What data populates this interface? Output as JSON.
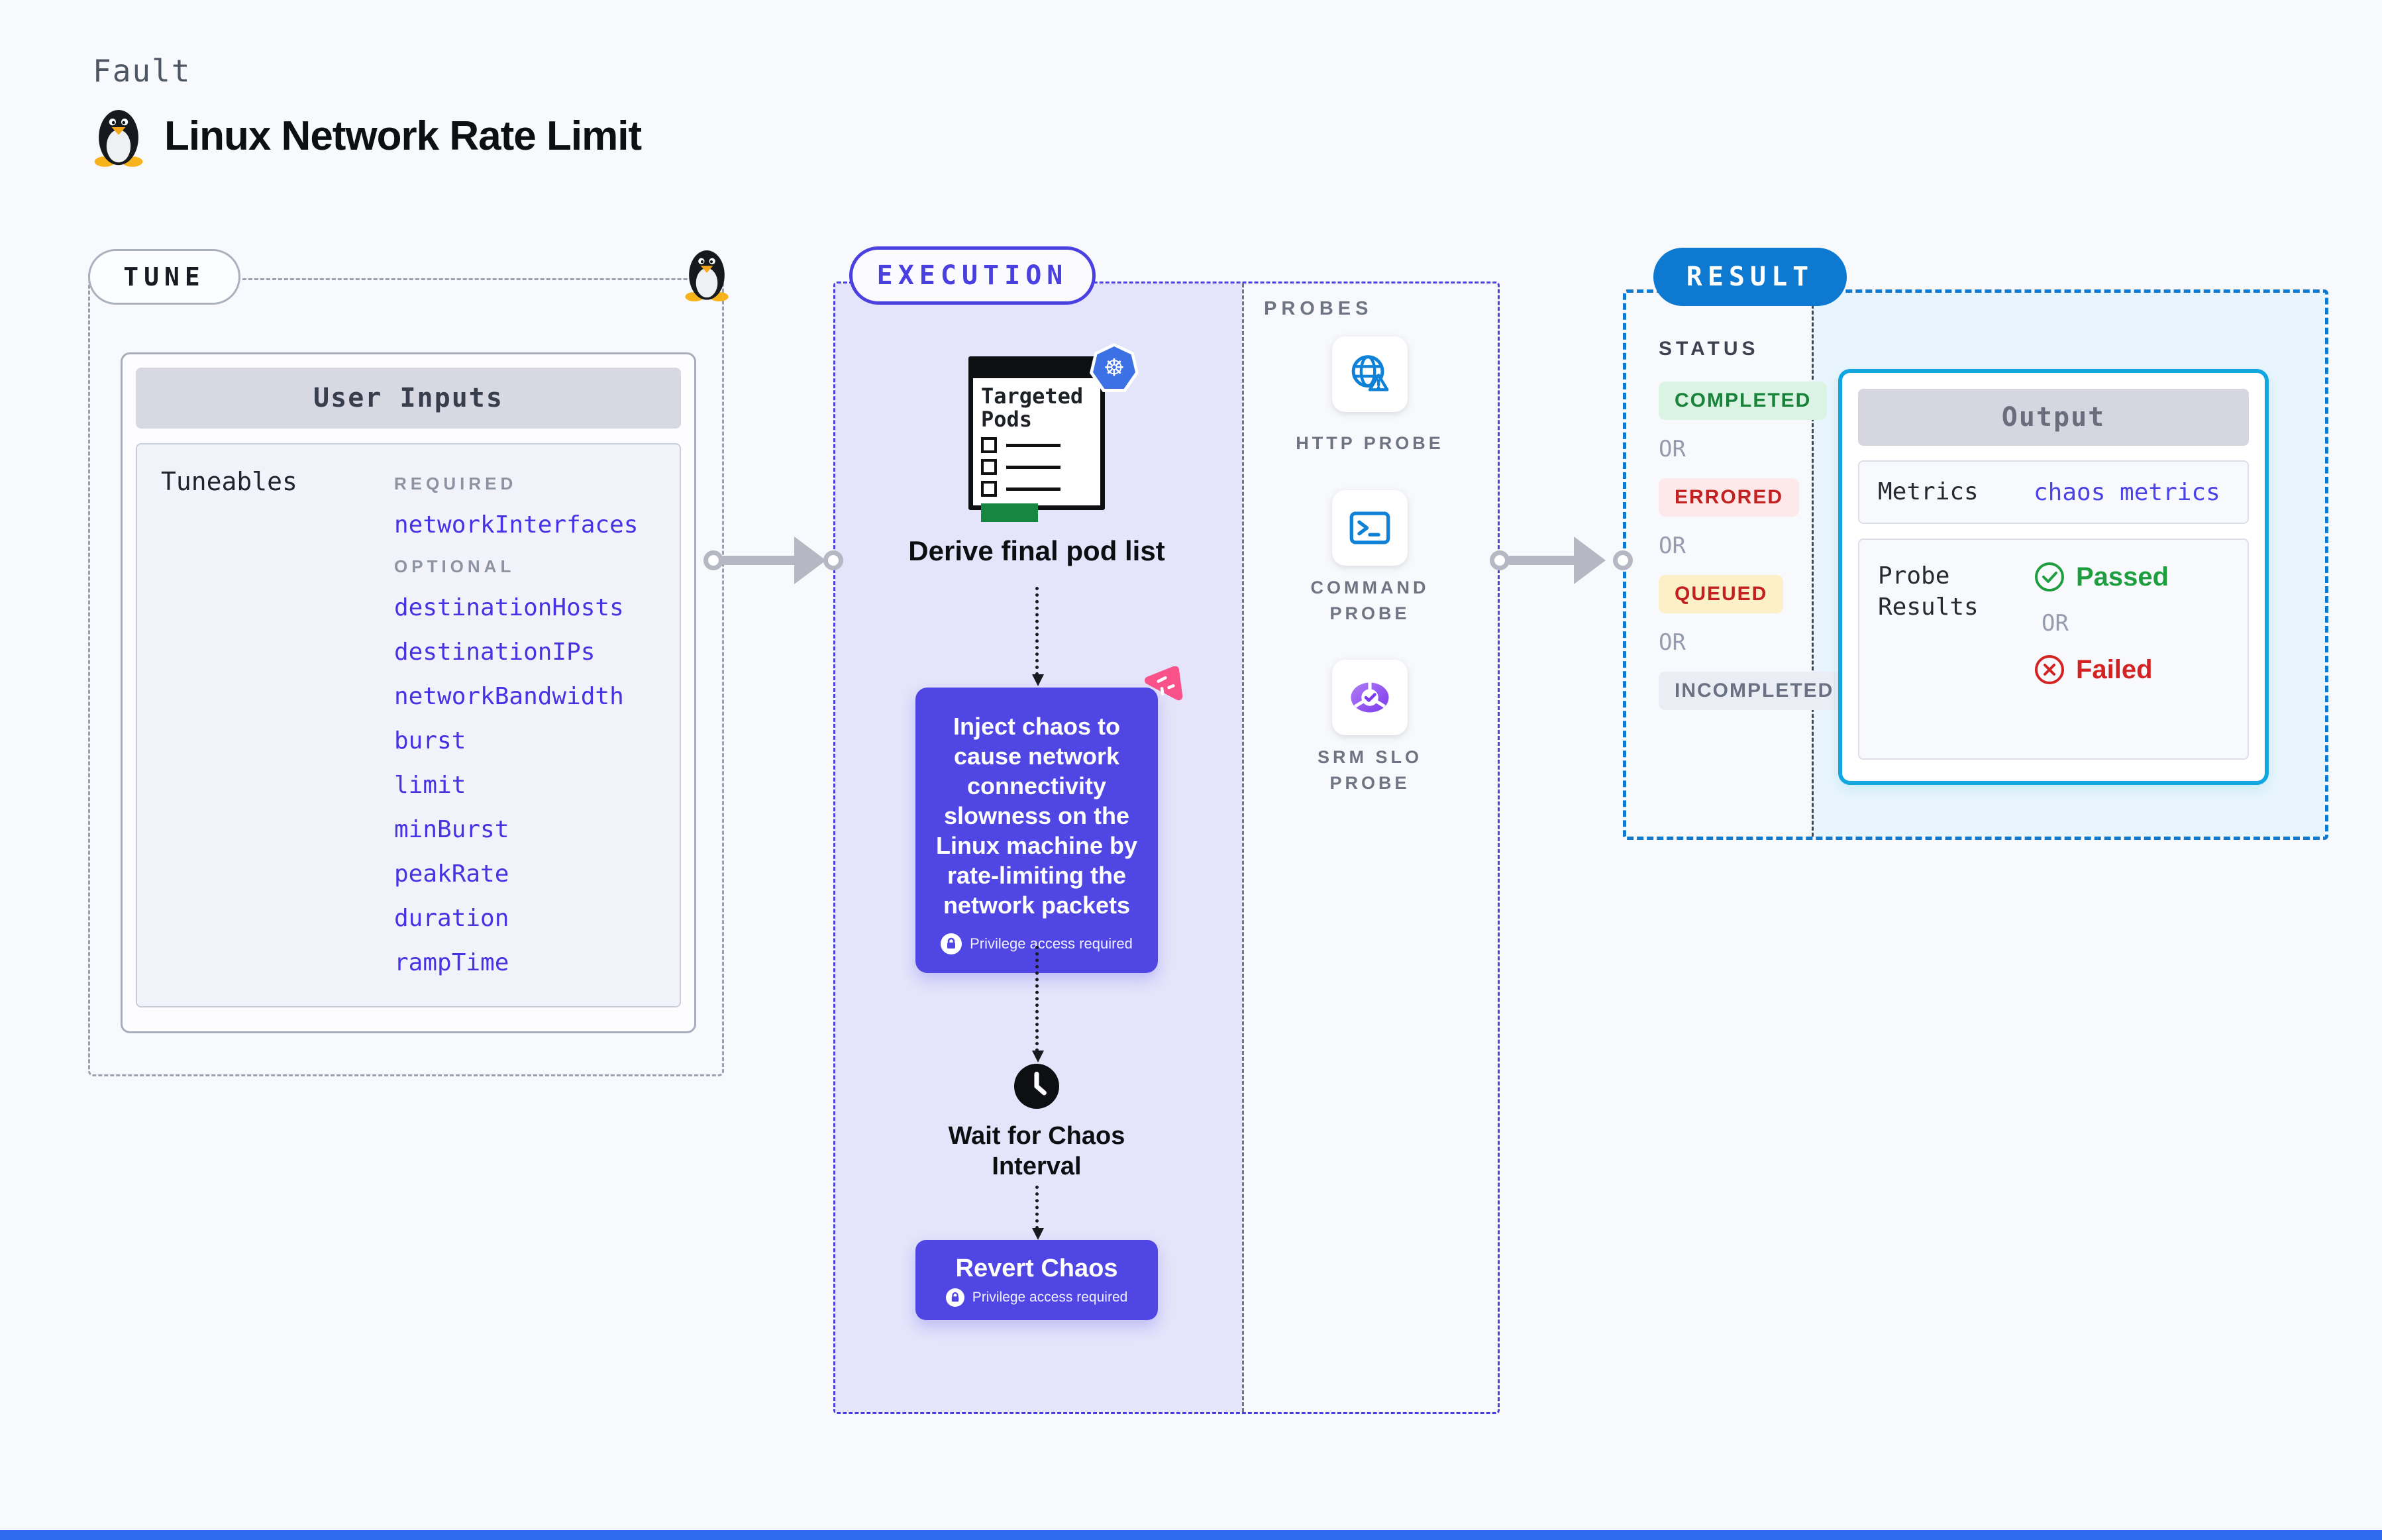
{
  "page": {
    "kicker": "Fault",
    "title": "Linux Network Rate Limit"
  },
  "tune": {
    "badge": "TUNE",
    "card_title": "User Inputs",
    "panel_label": "Tuneables",
    "required_label": "REQUIRED",
    "optional_label": "OPTIONAL",
    "required_items": [
      "networkInterfaces"
    ],
    "optional_items": [
      "destinationHosts",
      "destinationIPs",
      "networkBandwidth",
      "burst",
      "limit",
      "minBurst",
      "peakRate",
      "duration",
      "rampTime"
    ]
  },
  "execution": {
    "badge": "EXECUTION",
    "pods_window_title": "Targeted Pods",
    "derive_label": "Derive final pod list",
    "inject_text": "Inject chaos to cause network connectivity slowness on the Linux machine by rate-limiting the network packets",
    "privilege_note": "Privilege access required",
    "wait_label": "Wait for Chaos Interval",
    "revert_label": "Revert Chaos"
  },
  "probes": {
    "section_label": "PROBES",
    "items": [
      {
        "label": "HTTP PROBE",
        "icon": "globe-alert-icon"
      },
      {
        "label": "COMMAND PROBE",
        "icon": "terminal-icon"
      },
      {
        "label": "SRM SLO PROBE",
        "icon": "slo-donut-icon"
      }
    ]
  },
  "result": {
    "badge": "RESULT",
    "status_label": "STATUS",
    "or_label": "OR",
    "statuses": [
      {
        "label": "COMPLETED",
        "type": "success"
      },
      {
        "label": "ERRORED",
        "type": "error"
      },
      {
        "label": "QUEUED",
        "type": "queued"
      },
      {
        "label": "INCOMPLETED",
        "type": "incomplete"
      }
    ],
    "output": {
      "title": "Output",
      "metrics_label": "Metrics",
      "metrics_value": "chaos metrics",
      "probe_results_label": "Probe Results",
      "passed_label": "Passed",
      "failed_label": "Failed"
    }
  },
  "colors": {
    "page_bg": "#f8f9fc",
    "indigo_accent": "#4a3fdf",
    "chaos_purple": "#4f46e3",
    "execution_bg": "#e4e4fb",
    "result_blue": "#0e79d1",
    "output_border_cyan": "#12a7e1",
    "result_bg": "#e8f5fc",
    "success_green": "#1f9e40",
    "error_red": "#d32222",
    "completed_badge_bg": "#daf3e2",
    "errored_badge_bg": "#fde9e9",
    "queued_badge_bg": "#fbf0c8",
    "incompleted_badge_bg": "#ebedf4",
    "kubernetes_blue": "#3c71e6",
    "litmus_pink": "#f9528b",
    "pods_green": "#15873e"
  }
}
